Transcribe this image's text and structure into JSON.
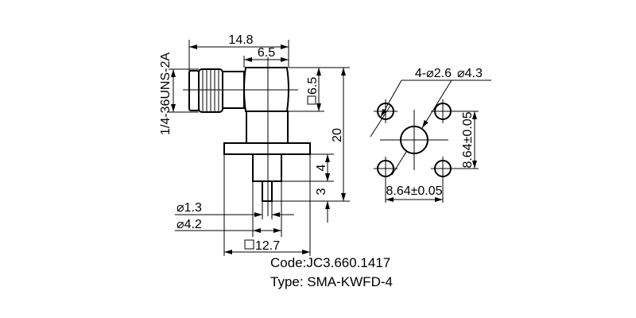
{
  "side_view": {
    "dim_overall_length": "14.8",
    "dim_hex_width": "6.5",
    "dim_thread": "1/4-36UNS-2A",
    "dim_hex_square": "6.5",
    "dim_height": "20",
    "dim_cylinder_length": "4",
    "dim_pin_length": "3",
    "dim_pin_diameter": "⌀1.3",
    "dim_cylinder_diameter": "⌀4.2",
    "dim_flange_square": "12.7"
  },
  "footprint": {
    "dim_holes": "4-⌀2.6",
    "dim_center_hole": "⌀4.3",
    "dim_vertical_spacing": "8.64±0.05",
    "dim_horizontal_spacing": "8.64±0.05"
  },
  "info": {
    "code": "Code:JC3.660.1417",
    "type": "Type: SMA-KWFD-4"
  }
}
